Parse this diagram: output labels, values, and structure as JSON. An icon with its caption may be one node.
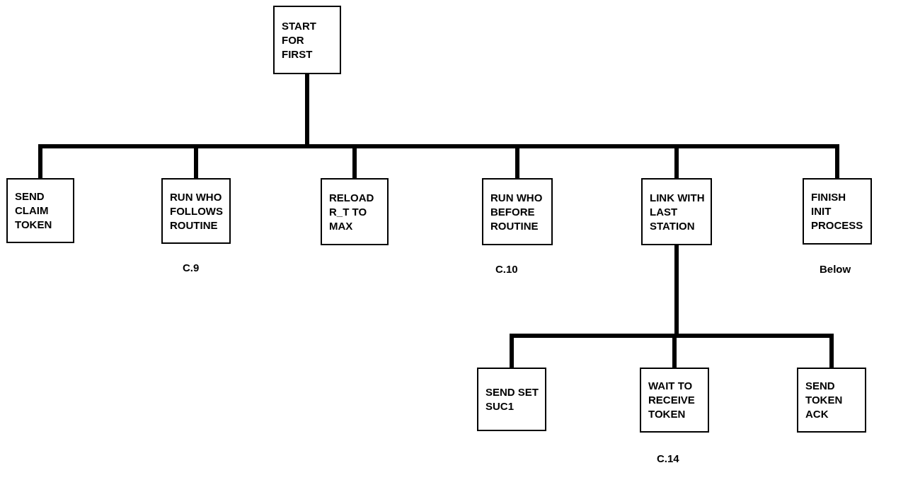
{
  "diagram": {
    "nodes": [
      {
        "text": [
          "START FOR FIRST"
        ]
      },
      {
        "text": [
          "SEND CLAIM TOKEN"
        ]
      },
      {
        "text": [
          "RUN WHO FOLLOWS ROUTINE"
        ],
        "beside": [
          "C.9"
        ]
      },
      {
        "text": [
          "RELOAD R_T TO MAX"
        ]
      },
      {
        "text": [
          "RUN WHO BEFORE ROUTINE"
        ],
        "beside": [
          "C.10"
        ]
      },
      {
        "text": [
          "LINK WITH LAST STATION"
        ]
      },
      {
        "text": [
          "FINISH INIT PROCESS"
        ],
        "beside": [
          "Below"
        ]
      },
      {
        "text": [
          "SEND SET SUC1"
        ]
      },
      {
        "text": [
          "WAIT TO RECEIVE TOKEN"
        ],
        "beside": [
          "C.14"
        ]
      },
      {
        "text": [
          "SEND TOKEN ACK"
        ]
      }
    ],
    "edges": [
      {
        "from": 0,
        "to": 1,
        "arrow": "none"
      },
      {
        "from": 0,
        "to": 2,
        "arrow": "none"
      },
      {
        "from": 0,
        "to": 3,
        "arrow": "none"
      },
      {
        "from": 0,
        "to": 4,
        "arrow": "none"
      },
      {
        "from": 0,
        "to": 5,
        "arrow": "none"
      },
      {
        "from": 0,
        "to": 6,
        "arrow": "none"
      },
      {
        "from": 5,
        "to": 7,
        "arrow": "none"
      },
      {
        "from": 5,
        "to": 8,
        "arrow": "none"
      },
      {
        "from": 5,
        "to": 9,
        "arrow": "none"
      }
    ]
  }
}
